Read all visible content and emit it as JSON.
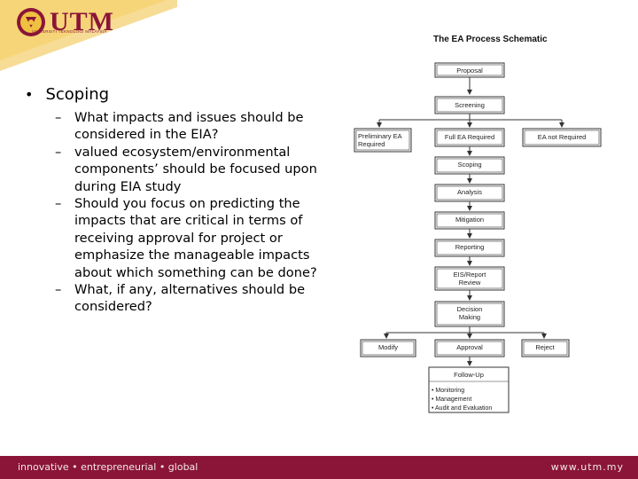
{
  "header": {
    "logo_text": "UTM",
    "logo_subtitle": "UNIVERSITI TEKNOLOGI MALAYSIA"
  },
  "content": {
    "bullet_main": "Scoping",
    "sub_items": [
      "What impacts and issues should be considered in the EIA?",
      "valued ecosystem/environmental components’ should be focused upon during EIA study",
      "Should you focus on predicting the impacts that are critical in terms of receiving approval for project or emphasize the manageable impacts about which something can be done?",
      "What, if any, alternatives should be considered?"
    ]
  },
  "schematic": {
    "title": "The EA Process Schematic",
    "boxes": {
      "proposal": "Proposal",
      "screening": "Screening",
      "preliminary_1": "Preliminary EA",
      "preliminary_2": "Required",
      "full_ea": "Full EA Required",
      "ea_not": "EA not Required",
      "scoping": "Scoping",
      "analysis": "Analysis",
      "mitigation": "Mitigation",
      "reporting": "Reporting",
      "eis_1": "EIS/Report",
      "eis_2": "Review",
      "decision_1": "Decision",
      "decision_2": "Making",
      "modify": "Modify",
      "approval": "Approval",
      "reject": "Reject",
      "followup": "Follow-Up",
      "followup_items": [
        "Monitoring",
        "Management",
        "Audit and Evaluation"
      ]
    }
  },
  "footer": {
    "tagline": "innovative • entrepreneurial • global",
    "url": "www.utm.my"
  },
  "colors": {
    "brand": "#8a1538",
    "accent": "#f0c040"
  }
}
